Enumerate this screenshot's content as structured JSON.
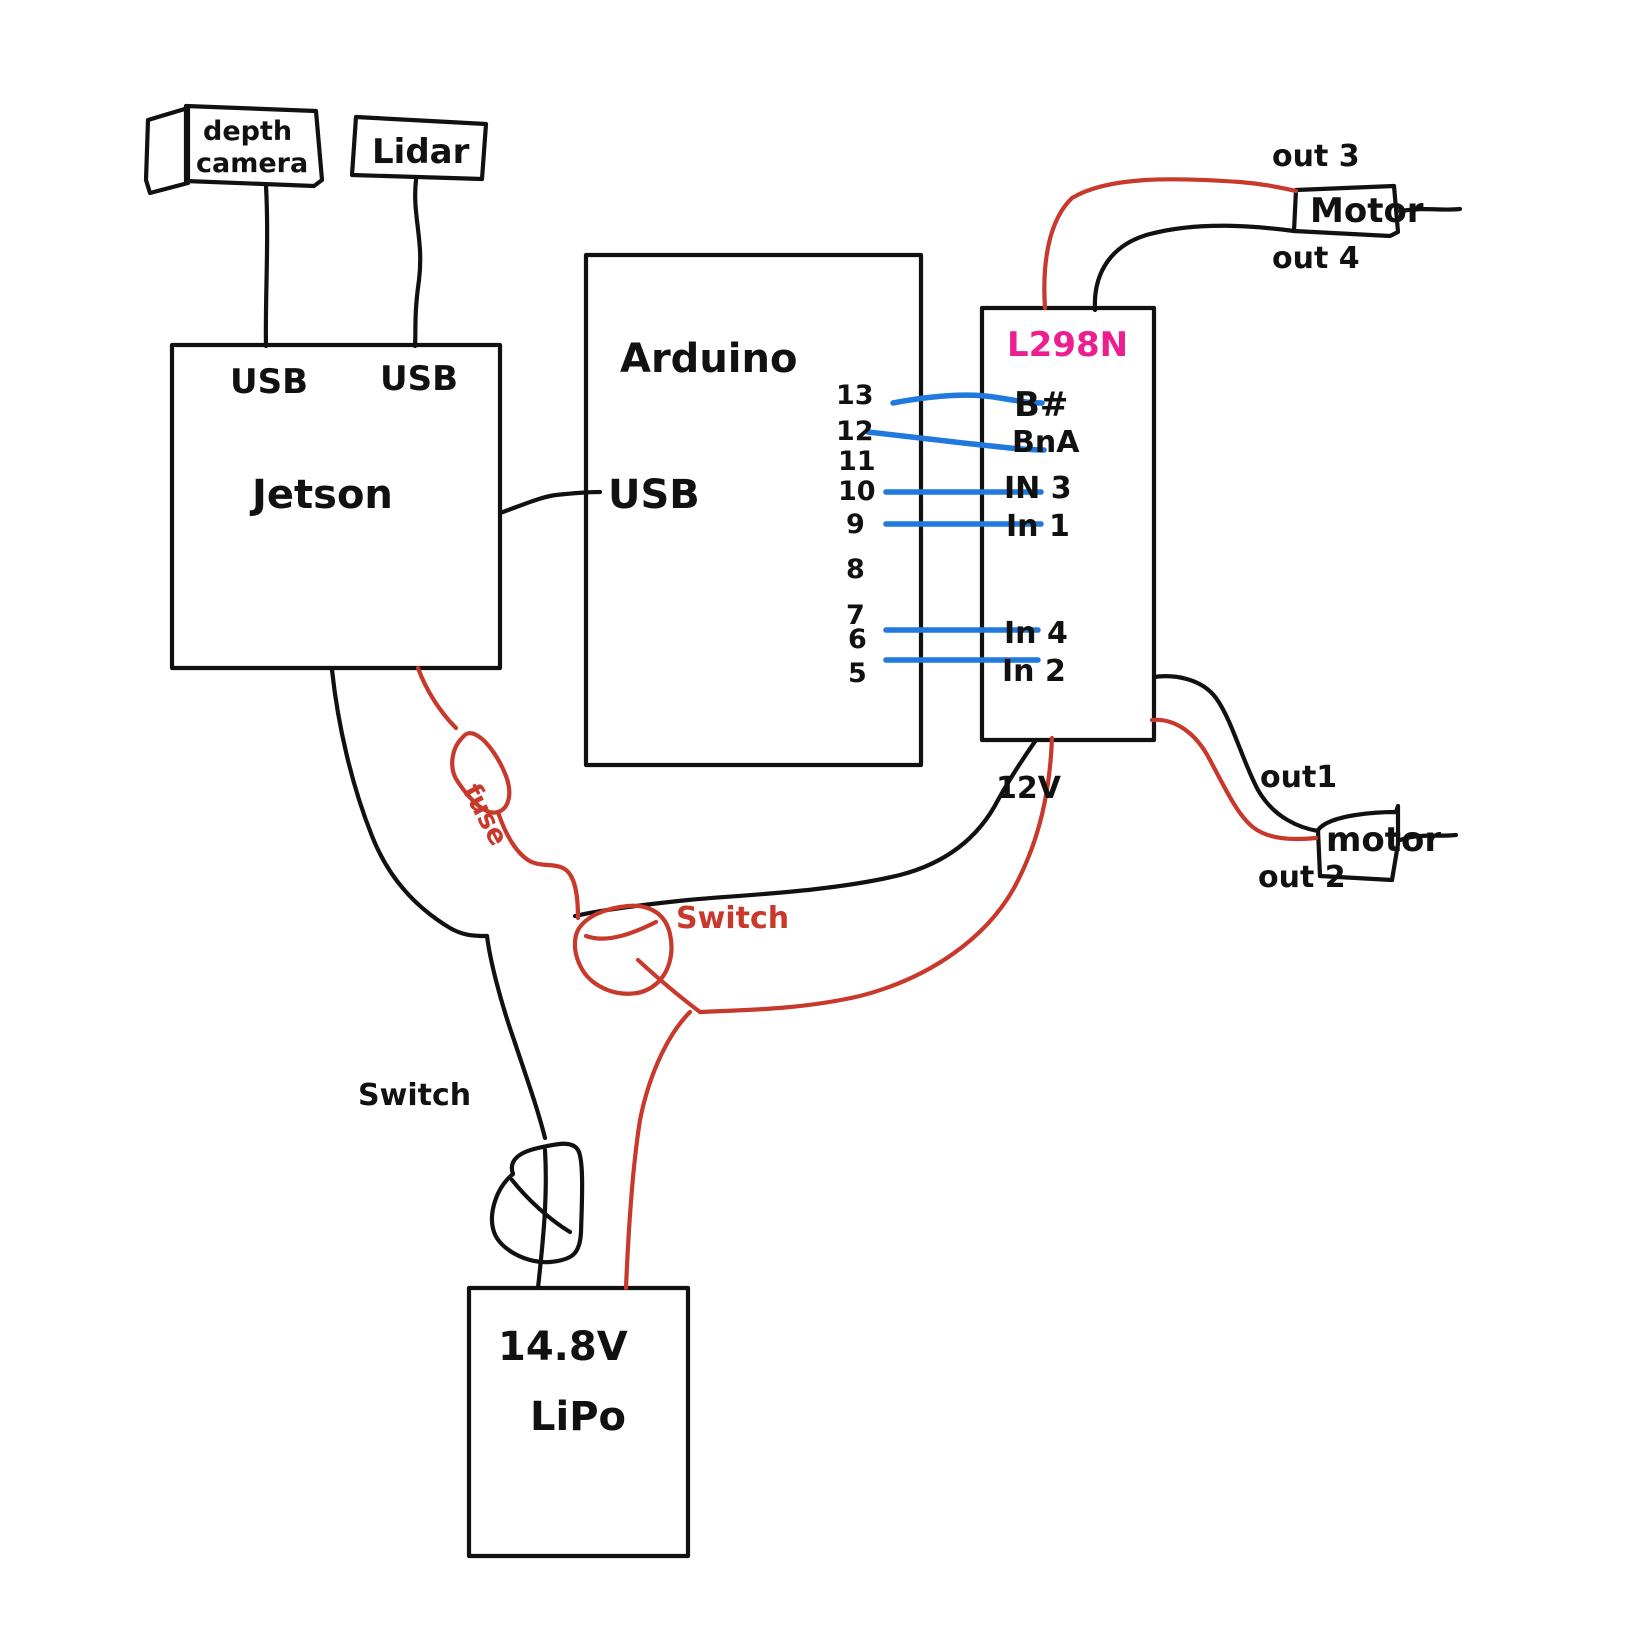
{
  "diagram": {
    "title": "Robot wiring diagram (hand-drawn)",
    "colors": {
      "ink": "#111111",
      "red_wire": "#C8392B",
      "blue_wire": "#2079DC",
      "magenta_label": "#ED1E90",
      "background": "#FFFFFF"
    }
  },
  "blocks": {
    "depth_camera": {
      "label_line1": "depth",
      "label_line2": "camera"
    },
    "lidar": {
      "label": "Lidar"
    },
    "jetson": {
      "label": "Jetson",
      "usb_port_left": "USB",
      "usb_port_right": "USB"
    },
    "arduino": {
      "label": "Arduino",
      "usb_port": "USB"
    },
    "l298n": {
      "label": "L298N",
      "supply_label": "12V"
    },
    "battery": {
      "voltage": "14.8V",
      "chemistry": "LiPo"
    },
    "motor_top": {
      "label": "Motor"
    },
    "motor_bottom": {
      "label": "motor"
    }
  },
  "arduino_pins": [
    "13",
    "12",
    "11",
    "10",
    "9",
    "8",
    "7",
    "6",
    "5"
  ],
  "l298n_pins": [
    "B#",
    "BnA",
    "IN 3",
    "In 1",
    "In 4",
    "In 2"
  ],
  "pin_connections": [
    {
      "arduino": "13",
      "l298n": "B#"
    },
    {
      "arduino": "12",
      "l298n": "BnA"
    },
    {
      "arduino": "10",
      "l298n": "IN 3"
    },
    {
      "arduino": "9",
      "l298n": "In 1"
    },
    {
      "arduino": "6",
      "l298n": "In 4"
    },
    {
      "arduino": "5",
      "l298n": "In 2"
    }
  ],
  "motor_terminals": {
    "top_upper": "out 3",
    "top_lower": "out 4",
    "bottom_upper": "out1",
    "bottom_lower": "out 2"
  },
  "annotations": {
    "fuse": "fuse",
    "switch_red": "Switch",
    "switch_black": "Switch"
  }
}
